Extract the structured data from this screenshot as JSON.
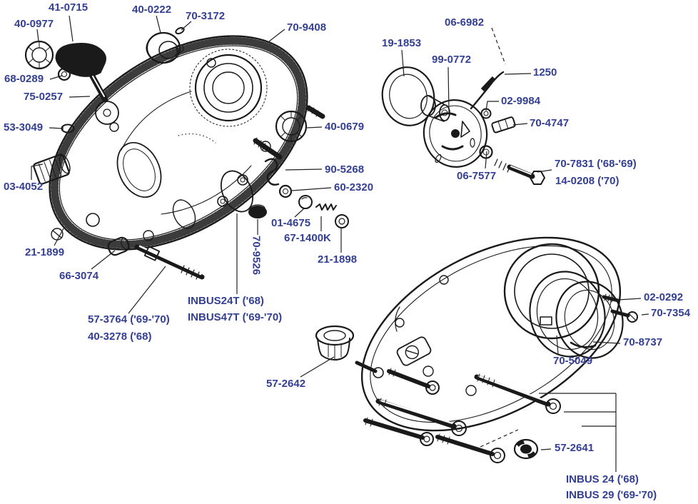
{
  "diagram": {
    "type": "exploded-parts-diagram",
    "background": "#ffffff",
    "label_color": "#333f94",
    "line_color": "#1a1a1a"
  },
  "labels": [
    {
      "id": "41-0715",
      "text": "41-0715"
    },
    {
      "id": "40-0977",
      "text": "40-0977"
    },
    {
      "id": "40-0222",
      "text": "40-0222"
    },
    {
      "id": "70-3172",
      "text": "70-3172"
    },
    {
      "id": "70-9408",
      "text": "70-9408"
    },
    {
      "id": "68-0289",
      "text": "68-0289"
    },
    {
      "id": "75-0257",
      "text": "75-0257"
    },
    {
      "id": "53-3049",
      "text": "53-3049"
    },
    {
      "id": "03-4052",
      "text": "03-4052"
    },
    {
      "id": "21-1899",
      "text": "21-1899"
    },
    {
      "id": "66-3074",
      "text": "66-3074"
    },
    {
      "id": "57-3764",
      "text": "57-3764 ('69-'70)"
    },
    {
      "id": "40-3278",
      "text": "40-3278 ('68)"
    },
    {
      "id": "40-0679",
      "text": "40-0679"
    },
    {
      "id": "90-5268",
      "text": "90-5268"
    },
    {
      "id": "60-2320",
      "text": "60-2320"
    },
    {
      "id": "01-4675",
      "text": "01-4675"
    },
    {
      "id": "67-1400K",
      "text": "67-1400K"
    },
    {
      "id": "21-1898",
      "text": "21-1898"
    },
    {
      "id": "70-9526",
      "text": "70-9526"
    },
    {
      "id": "INBUS24T",
      "text": "INBUS24T ('68)"
    },
    {
      "id": "INBUS47T",
      "text": "INBUS47T ('69-'70)"
    },
    {
      "id": "57-2642",
      "text": "57-2642"
    },
    {
      "id": "06-6982",
      "text": "06-6982"
    },
    {
      "id": "19-1853",
      "text": "19-1853"
    },
    {
      "id": "99-0772",
      "text": "99-0772"
    },
    {
      "id": "1250",
      "text": "1250"
    },
    {
      "id": "02-9984",
      "text": "02-9984"
    },
    {
      "id": "70-4747",
      "text": "70-4747"
    },
    {
      "id": "06-7577",
      "text": "06-7577"
    },
    {
      "id": "70-7831",
      "text": "70-7831 ('68-'69)"
    },
    {
      "id": "14-0208",
      "text": "14-0208 ('70)"
    },
    {
      "id": "02-0292",
      "text": "02-0292"
    },
    {
      "id": "70-7354",
      "text": "70-7354"
    },
    {
      "id": "70-8737",
      "text": "70-8737"
    },
    {
      "id": "70-5049",
      "text": "70-5049"
    },
    {
      "id": "57-2641",
      "text": "57-2641"
    },
    {
      "id": "INBUS24",
      "text": "INBUS 24 ('68)"
    },
    {
      "id": "INBUS29",
      "text": "INBUS 29 ('69-'70)"
    }
  ]
}
